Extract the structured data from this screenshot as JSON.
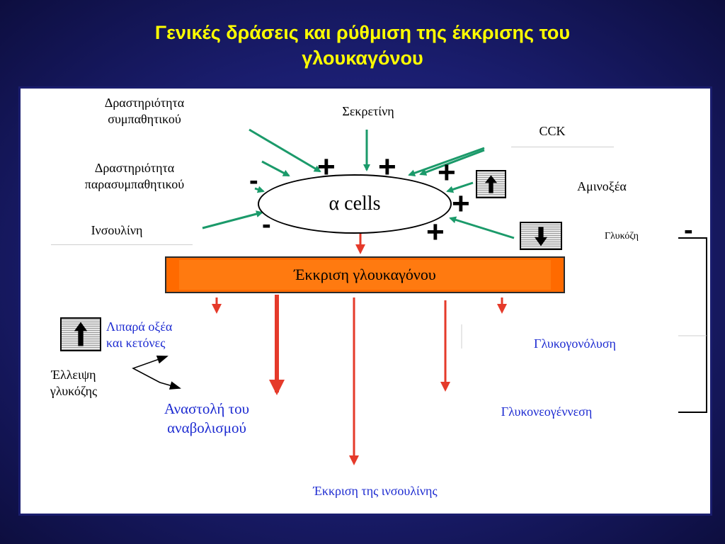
{
  "title": {
    "line1": "Γενικές δράσεις και ρύθμιση της έκκρισης  του",
    "line2": "γλουκαγόνου"
  },
  "regulators": {
    "sympathetic_line1": "Δραστηριότητα",
    "sympathetic_line2": "συμπαθητικού",
    "parasympathetic_line1": "Δραστηριότητα",
    "parasympathetic_line2": "παρασυμπαθητικού",
    "insulin": "Ινσουλίνη",
    "secretin": "Σεκρετίνη",
    "cck": "CCK",
    "amino_acids": "Αμινοξέα",
    "glucose": "Γλυκόζη"
  },
  "center": {
    "alpha_cells": "α cells",
    "glucagon_secretion": "Έκκριση γλουκαγόνου"
  },
  "signs": {
    "plus": "+",
    "minus": "-"
  },
  "effects": {
    "fatty_acids_line1": "Λιπαρά οξέα",
    "fatty_acids_line2": "και κετόνες",
    "glucose_deficit_line1": "Έλλειψη",
    "glucose_deficit_line2": "γλυκόζης",
    "anabolism_line1": "Αναστολή του",
    "anabolism_line2": "αναβολισμού",
    "glycogenolysis": "Γλυκογονόλυση",
    "gluconeogenesis": "Γλυκονεογέννεση",
    "insulin_secretion": "Έκκριση της ινσουλίνης"
  },
  "colors": {
    "title": "#ffff00",
    "stimulus_arrow": "#1b9a6a",
    "effect_arrow": "#e53a2a",
    "effect_text": "#1d2bd1",
    "secretion_bar": "#ff6a00"
  },
  "icons": {
    "amino_acids_level": "up-arrow-icon",
    "glucose_level": "down-arrow-icon",
    "fatty_acids_level": "up-arrow-icon"
  }
}
